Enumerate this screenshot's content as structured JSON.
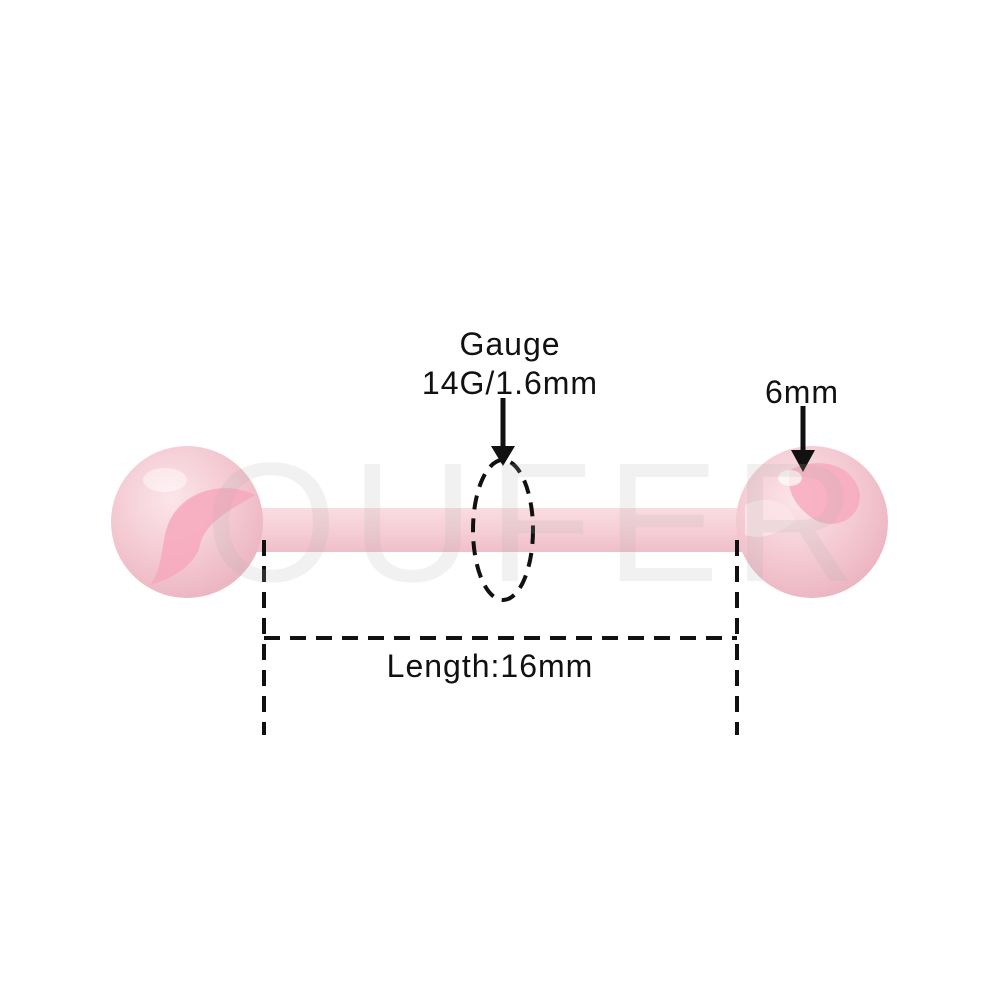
{
  "annotations": {
    "gauge_title": "Gauge",
    "gauge_value": "14G/1.6mm",
    "ball_size": "6mm",
    "length": "Length:16mm"
  },
  "watermark": "OUFER",
  "colors": {
    "bar": "#f6cfd6",
    "ball": "#f4c8d1",
    "ball_swirl": "#f7a8bd",
    "line": "#111111",
    "background": "#ffffff"
  }
}
